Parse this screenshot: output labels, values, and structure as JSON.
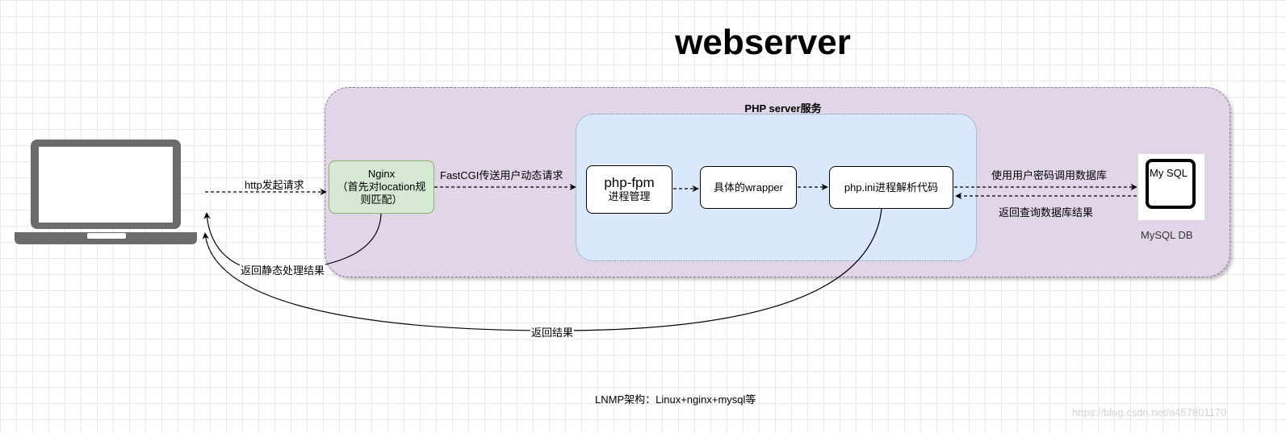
{
  "title": "webserver",
  "php_server": {
    "label": "PHP server服务"
  },
  "nginx": {
    "line1": "Nginx",
    "line2": "（首先对location规",
    "line3": "则匹配）"
  },
  "php_fpm": {
    "line1": "php-fpm",
    "line2": "进程管理"
  },
  "wrapper": {
    "label": "具体的wrapper"
  },
  "php_ini": {
    "label": "php.ini进程解析代码"
  },
  "database": {
    "icon_text": "My SQL",
    "caption": "MySQL DB",
    "icon": "database-icon"
  },
  "client": {
    "icon": "laptop-icon"
  },
  "edges": {
    "http_request": "http发起请求",
    "fastcgi": "FastCGI传送用户动态请求",
    "db_call": "使用用户密码调用数据库",
    "db_return": "返回查询数据库结果",
    "static_return": "返回静态处理结果",
    "result_return": "返回结果"
  },
  "footer": "LNMP架构：Linux+nginx+mysql等",
  "watermark": "https://blog.csdn.net/a457801170",
  "colors": {
    "php_server_fill": "#e1d5e7",
    "php_server_stroke": "#9673a6",
    "fpm_area_fill": "#dae8fc",
    "fpm_area_stroke": "#6c8ebf",
    "nginx_fill": "#d5e8d4",
    "nginx_stroke": "#82b366",
    "laptop": "#6b6b6b"
  }
}
